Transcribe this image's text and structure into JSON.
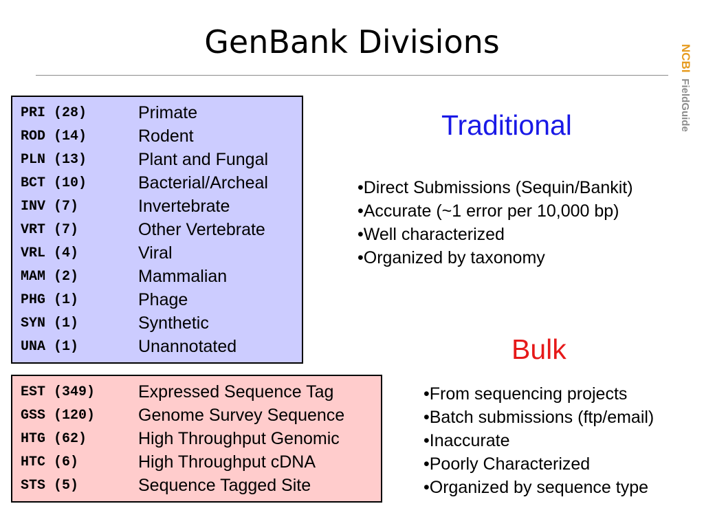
{
  "slide": {
    "title": "GenBank Divisions",
    "logo": {
      "ncbi": "NCBI",
      "fieldguide": "FieldGuide"
    }
  },
  "traditional": {
    "heading": "Traditional",
    "divisions": [
      {
        "code": "PRI (28)",
        "name": "Primate"
      },
      {
        "code": "ROD (14)",
        "name": "Rodent"
      },
      {
        "code": "PLN (13)",
        "name": "Plant and Fungal"
      },
      {
        "code": "BCT (10)",
        "name": "Bacterial/Archeal"
      },
      {
        "code": "INV (7)",
        "name": "Invertebrate"
      },
      {
        "code": "VRT (7)",
        "name": "Other Vertebrate"
      },
      {
        "code": "VRL (4)",
        "name": "Viral"
      },
      {
        "code": "MAM (2)",
        "name": "Mammalian"
      },
      {
        "code": "PHG (1)",
        "name": "Phage"
      },
      {
        "code": "SYN (1)",
        "name": "Synthetic"
      },
      {
        "code": "UNA (1)",
        "name": "Unannotated"
      }
    ],
    "bullets": [
      "•Direct Submissions (Sequin/Bankit)",
      "•Accurate (~1 error per 10,000 bp)",
      "•Well characterized",
      "•Organized by taxonomy"
    ]
  },
  "bulk": {
    "heading": "Bulk",
    "divisions": [
      {
        "code": "EST (349)",
        "name": "Expressed Sequence Tag"
      },
      {
        "code": "GSS (120)",
        "name": "Genome Survey Sequence"
      },
      {
        "code": "HTG (62)",
        "name": "High Throughput Genomic"
      },
      {
        "code": "HTC (6)",
        "name": "High Throughput cDNA"
      },
      {
        "code": "STS (5)",
        "name": "Sequence Tagged Site"
      }
    ],
    "bullets": [
      "•From sequencing projects",
      "•Batch submissions (ftp/email)",
      "•Inaccurate",
      "•Poorly Characterized",
      "•Organized by sequence type"
    ]
  },
  "colors": {
    "traditional_box": "#ccccff",
    "bulk_box": "#ffcccc",
    "traditional_heading": "#1919e6",
    "bulk_heading": "#e61919",
    "logo_ncbi": "#e69b1e",
    "logo_fieldguide": "#8c8c8c"
  }
}
